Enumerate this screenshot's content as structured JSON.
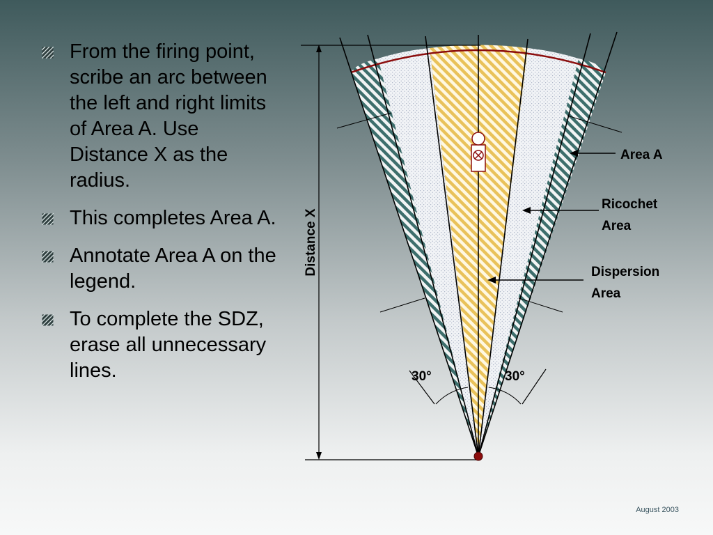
{
  "bullets": [
    "From the firing point, scribe an arc between the left and right limits of Area A. Use Distance X as the radius.",
    "This completes Area A.",
    "Annotate Area A on the legend.",
    "To complete the SDZ, erase all unnecessary lines."
  ],
  "diagram": {
    "area_a_label": "Area A",
    "ricochet_label_line1": "Ricochet",
    "ricochet_label_line2": "Area",
    "dispersion_label_line1": "Dispersion",
    "dispersion_label_line2": "Area",
    "distance_label": "Distance X",
    "angle_left": "30°",
    "angle_right": "30°",
    "icons": {
      "bullet": "hatched-square-icon",
      "target": "target-symbol-icon",
      "firing_point": "firing-point-icon"
    },
    "colors": {
      "area_a_hatch": "#3d6e6c",
      "dispersion_fill": "#e9c25a",
      "arc": "#8b0d0d"
    }
  },
  "footer": {
    "date": "August 2003"
  }
}
